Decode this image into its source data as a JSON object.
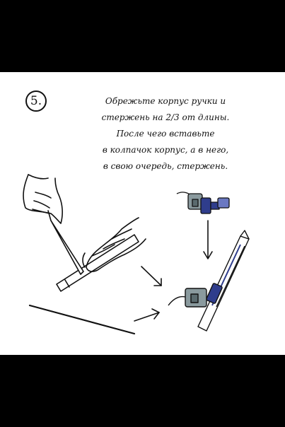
{
  "step": {
    "number": "5."
  },
  "instruction": {
    "lines": [
      "Обрежьте корпус ручки и",
      "стержень на 2/3 от длины.",
      "После чего вставьте",
      "в колпачок корпус, а в него,",
      "в свою очередь, стержень."
    ]
  },
  "illustrations": {
    "hands_cutting_pen_icon": "hands-cutting-pen",
    "refill_rod_icon": "pen-refill",
    "clip_cap_icon": "blue-clip-cap",
    "assembled_pen_icon": "assembled-pen",
    "arrow_icon": "arrow"
  },
  "colors": {
    "frame": "#000000",
    "panel": "#ffffff",
    "ink": "#111111",
    "accent_blue": "#2f3d8c",
    "accent_grey": "#8a9a9e"
  }
}
